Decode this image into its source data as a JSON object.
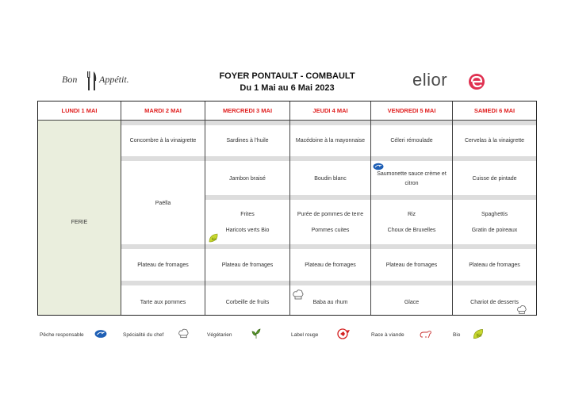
{
  "header": {
    "brand_left_1": "Bon",
    "brand_left_2": "Appétit.",
    "title_line1": "FOYER PONTAULT - COMBAULT",
    "title_line2": "Du 1 Mai au 6 Mai 2023",
    "brand_right": "elior"
  },
  "days": [
    {
      "name": "LUNDI 1 MAI",
      "ferie": "FERIE"
    },
    {
      "name": "MARDI 2 MAI",
      "entree": "Concombre à la vinaigrette",
      "plat": "Paëlla",
      "garniture1": "",
      "garniture2": "",
      "fromage": "Plateau de fromages",
      "dessert": "Tarte aux pommes"
    },
    {
      "name": "MERCREDI 3 MAI",
      "entree": "Sardines à l'huile",
      "plat": "Jambon braisé",
      "garniture1": "Frites",
      "garniture2": "Haricots verts Bio",
      "fromage": "Plateau de fromages",
      "dessert": "Corbeille de fruits"
    },
    {
      "name": "JEUDI 4 MAI",
      "entree": "Macédoine à la mayonnaise",
      "plat": "Boudin blanc",
      "garniture1": "Purée de pommes de terre",
      "garniture2": "Pommes cuites",
      "fromage": "Plateau de fromages",
      "dessert": "Baba au rhum"
    },
    {
      "name": "VENDREDI 5 MAI",
      "entree": "Céleri rémoulade",
      "plat1": "Saumonette sauce crème et",
      "plat2": "citron",
      "garniture1": "Riz",
      "garniture2": "Choux de Bruxelles",
      "fromage": "Plateau de fromages",
      "dessert": "Glace"
    },
    {
      "name": "SAMEDI 6 MAI",
      "entree": "Cervelas à la vinaigrette",
      "plat": "Cuisse de pintade",
      "garniture1": "Spaghettis",
      "garniture2": "Gratin de poireaux",
      "fromage": "Plateau de fromages",
      "dessert": "Chariot de desserts"
    }
  ],
  "legend": {
    "peche": "Pêche responsable",
    "chef": "Spécialité du chef",
    "vegetarien": "Végétarien",
    "label_rouge": "Label rouge",
    "race_viande": "Race à viande",
    "bio": "Bio"
  },
  "colors": {
    "day_header": "#e02020",
    "ferie_bg": "#eaeedd",
    "band": "#dddddd",
    "peche_icon": "#1e5fb5",
    "bio_icon": "#c8d830",
    "label_rouge_icon": "#d42020"
  },
  "icons": [
    "fork-knife-icon",
    "elior-e-icon",
    "fish-icon",
    "chef-hat-icon",
    "leaf-icon",
    "label-rouge-icon",
    "cow-icon",
    "bio-leaf-icon"
  ]
}
